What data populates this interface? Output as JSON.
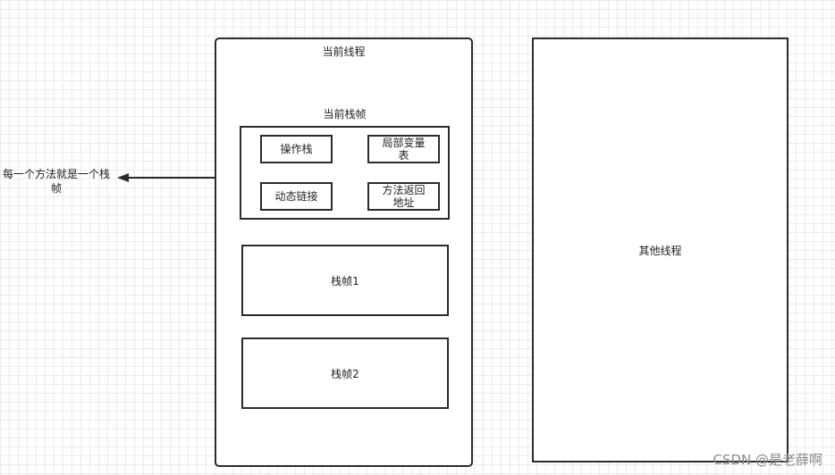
{
  "current_thread": {
    "label": "当前线程"
  },
  "current_frame": {
    "label": "当前栈帧",
    "operand_stack": "操作栈",
    "local_vars": "局部变量表",
    "dynamic_link": "动态链接",
    "return_address": "方法返回地址"
  },
  "frames": [
    {
      "label": "栈帧1"
    },
    {
      "label": "栈帧2"
    }
  ],
  "other_thread": {
    "label": "其他线程"
  },
  "annotation": "每一个方法就是一个栈帧",
  "watermark": "CSDN @是老薛啊",
  "colors": {
    "stroke": "#2b2b2b",
    "grid": "#ebebeb",
    "watermark": "#8a8a8a"
  }
}
